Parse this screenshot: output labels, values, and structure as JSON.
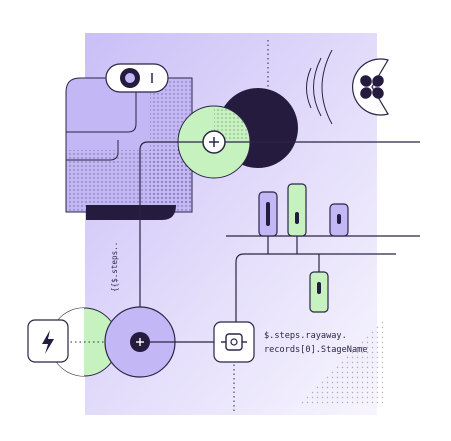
{
  "code_snippet": {
    "line1": "$.steps.rayaway.",
    "line2": "records[0].StageName"
  },
  "vertical_code": "{{$.steps..",
  "icons": {
    "lightning": "lightning-bolt-icon",
    "plus_top": "plus-icon",
    "plus_bottom": "plus-icon",
    "chip": "chip-icon",
    "fan": "fan-icon",
    "toggle": "toggle-switch-icon"
  },
  "colors": {
    "lavender": "#c6b9f6",
    "lavender_light": "#e2dcfb",
    "violet_dark": "#251b3f",
    "green": "#c6f2bf",
    "ink": "#2b2545"
  }
}
